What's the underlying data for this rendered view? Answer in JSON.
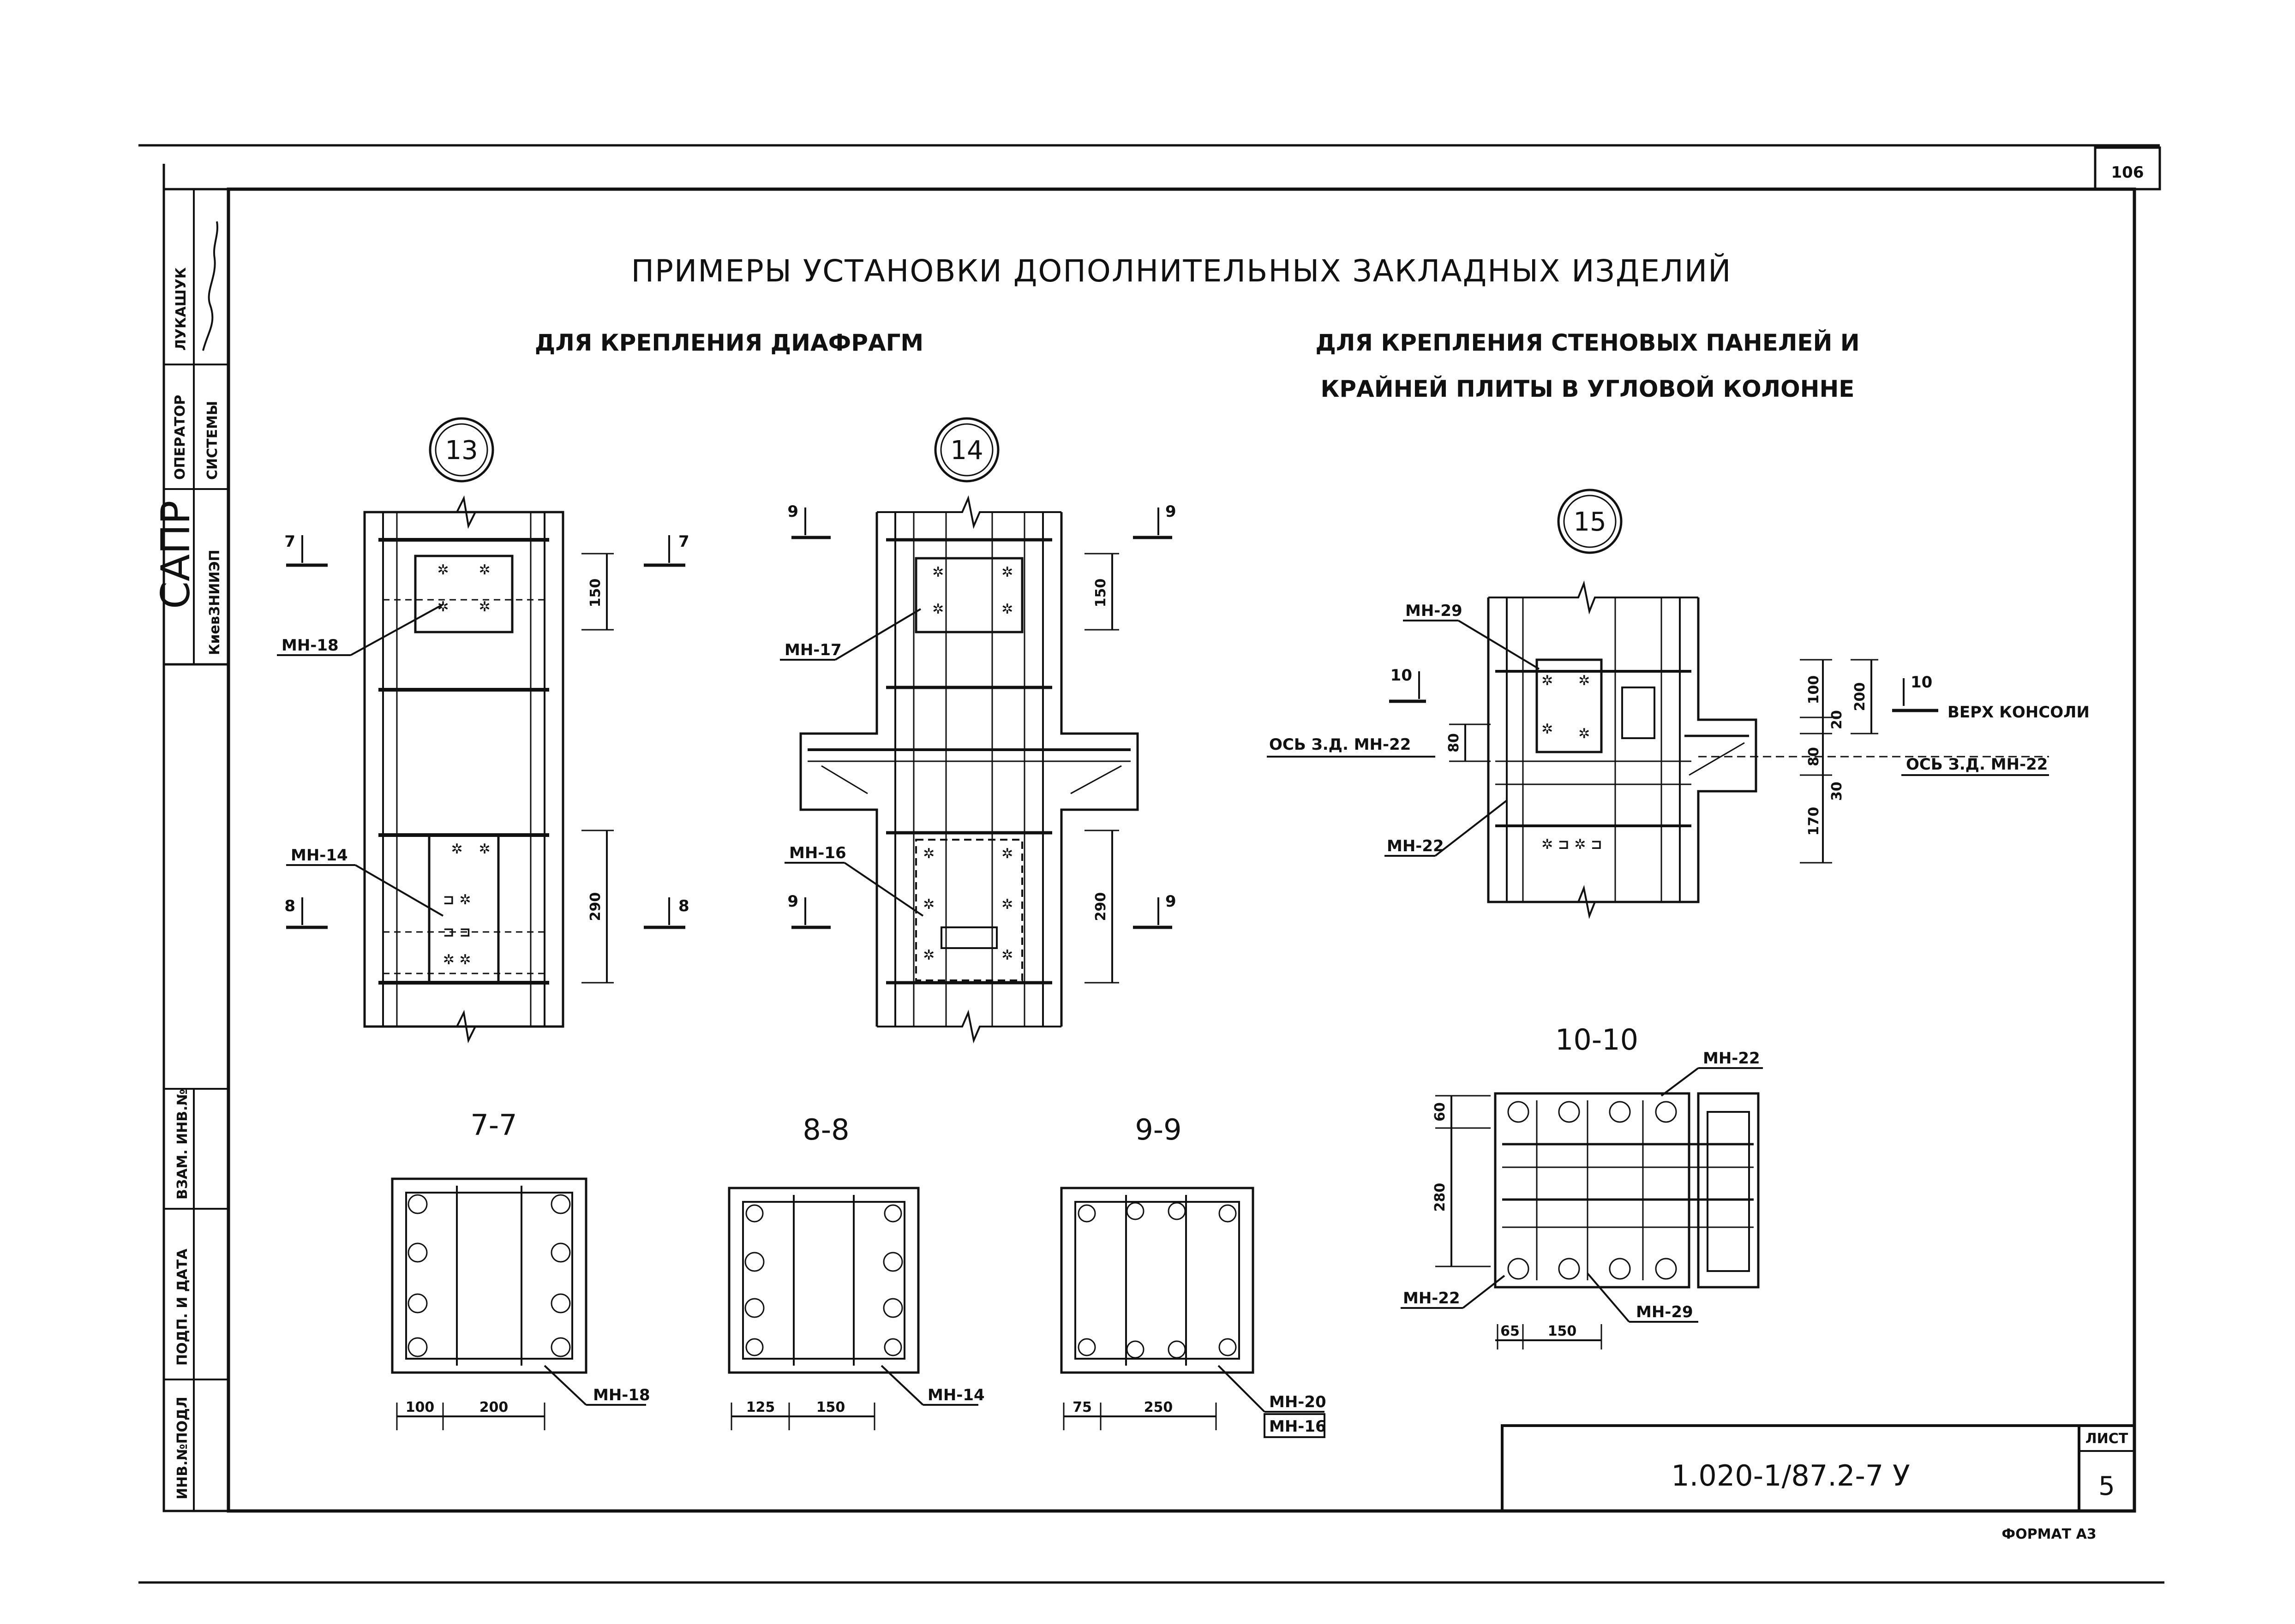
{
  "page_number": "106",
  "title": "ПРИМЕРЫ УСТАНОВКИ ДОПОЛНИТЕЛЬНЫХ ЗАКЛАДНЫХ ИЗДЕЛИЙ",
  "subtitle_left": "ДЛЯ КРЕПЛЕНИЯ ДИАФРАГМ",
  "subtitle_right_1": "ДЛЯ КРЕПЛЕНИЯ СТЕНОВЫХ ПАНЕЛЕЙ И",
  "subtitle_right_2": "КРАЙНЕЙ ПЛИТЫ В УГЛОВОЙ КОЛОННЕ",
  "side_stamp": {
    "name": "ЛУКАШУК",
    "operator": "ОПЕРАТОР",
    "system": "СИСТЕМЫ",
    "org": "САПР",
    "org_sub": "КиевЗНИИЭП",
    "vzam": "ВЗАМ. ИНВ.№",
    "podp": "ПОДП. И ДАТА",
    "inv": "ИНВ.№ПОДЛ"
  },
  "nodes": [
    {
      "number": "13"
    },
    {
      "number": "14"
    },
    {
      "number": "15"
    }
  ],
  "node13": {
    "cut_top": "7",
    "cut_bottom": "8",
    "part_top": "МН-18",
    "part_bottom": "МН-14",
    "dim_top": "150",
    "dim_bottom": "290"
  },
  "node14": {
    "cut_top": "9",
    "cut_bottom": "9",
    "part_top": "МН-17",
    "part_bottom": "МН-16",
    "dim_top": "150",
    "dim_bottom": "290"
  },
  "node15": {
    "cut": "10",
    "part_top": "МН-29",
    "part_bottom": "МН-22",
    "axis_left": "ОСЬ З.Д. МН-22",
    "axis_right": "ОСЬ З.Д. МН-22",
    "top_label": "ВЕРХ КОНСОЛИ",
    "dim_left": "80",
    "dims_right": [
      "100",
      "20",
      "80",
      "30",
      "170",
      "200"
    ]
  },
  "sections": [
    {
      "title": "7-7",
      "part": "МН-18",
      "dims": [
        "100",
        "200"
      ]
    },
    {
      "title": "8-8",
      "part": "МН-14",
      "dims": [
        "125",
        "150"
      ]
    },
    {
      "title": "9-9",
      "part": "МН-20",
      "part2": "МН-16",
      "dims": [
        "75",
        "250"
      ]
    },
    {
      "title": "10-10",
      "part_top": "МН-22",
      "part_left": "МН-22",
      "part_bottom": "МН-29",
      "dims_v": [
        "60",
        "280"
      ],
      "dims_h": [
        "65",
        "150"
      ]
    }
  ],
  "title_block": {
    "code": "1.020-1/87.2-7 У",
    "sheet_label": "ЛИСТ",
    "sheet_number": "5",
    "format": "ФОРМАТ А3"
  }
}
